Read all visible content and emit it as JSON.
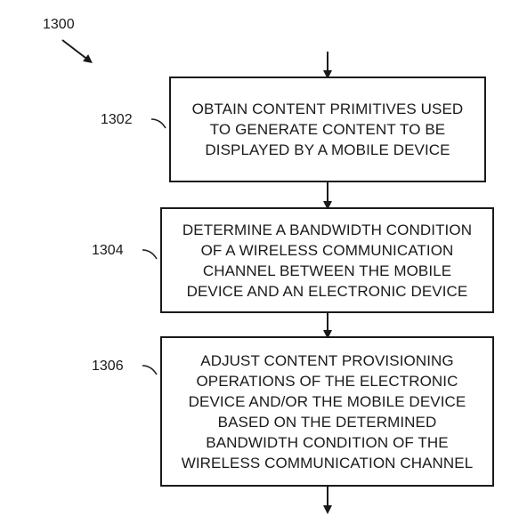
{
  "figure_label": "1300",
  "steps": [
    {
      "ref": "1302",
      "lines": [
        "OBTAIN CONTENT PRIMITIVES USED",
        "TO GENERATE CONTENT TO BE",
        "DISPLAYED BY A MOBILE DEVICE"
      ]
    },
    {
      "ref": "1304",
      "lines": [
        "DETERMINE A BANDWIDTH CONDITION",
        "OF A WIRELESS COMMUNICATION",
        "CHANNEL BETWEEN THE MOBILE",
        "DEVICE AND AN ELECTRONIC DEVICE"
      ]
    },
    {
      "ref": "1306",
      "lines": [
        "ADJUST CONTENT PROVISIONING",
        "OPERATIONS OF THE ELECTRONIC",
        "DEVICE AND/OR THE MOBILE DEVICE",
        "BASED ON THE DETERMINED",
        "BANDWIDTH CONDITION OF THE",
        "WIRELESS COMMUNICATION CHANNEL"
      ]
    }
  ],
  "colors": {
    "ink": "#1a1a1a",
    "background": "#ffffff"
  }
}
